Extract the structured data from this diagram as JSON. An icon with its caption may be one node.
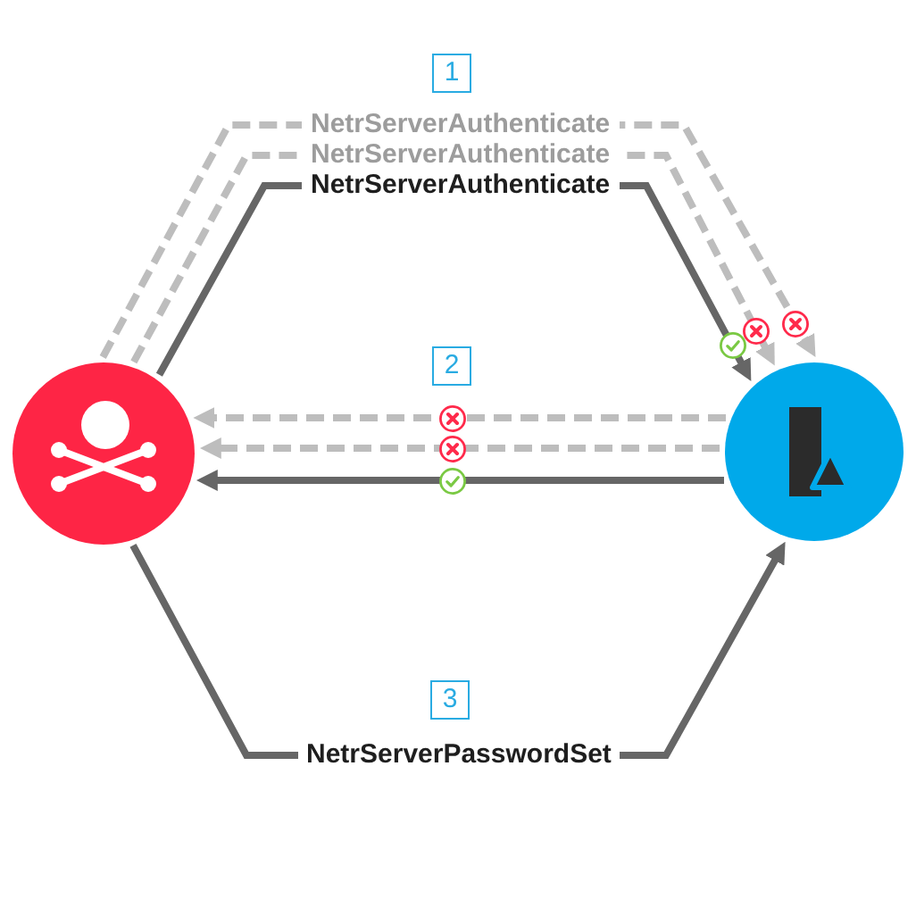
{
  "diagram": {
    "nodes": [
      {
        "text": [],
        "shape": "circle"
      },
      {
        "text": [],
        "shape": "circle"
      }
    ],
    "edges": [
      {
        "from": 0,
        "to": 1,
        "arrow": "to",
        "label": "NetrServerAuthenticate",
        "style": "dashed"
      },
      {
        "from": 0,
        "to": 1,
        "arrow": "to",
        "label": "NetrServerAuthenticate",
        "style": "dashed"
      },
      {
        "from": 0,
        "to": 1,
        "arrow": "to",
        "label": "NetrServerAuthenticate",
        "color": "#666666"
      },
      {
        "from": 1,
        "to": 0,
        "arrow": "to",
        "style": "dashed"
      },
      {
        "from": 1,
        "to": 0,
        "arrow": "to",
        "style": "dashed"
      },
      {
        "from": 1,
        "to": 0,
        "arrow": "to",
        "color": "#666666"
      },
      {
        "from": 0,
        "to": 1,
        "arrow": "to",
        "label": "NetrServerPasswordSet",
        "color": "#666666"
      }
    ],
    "labels": [
      "1",
      "2",
      "3"
    ]
  }
}
